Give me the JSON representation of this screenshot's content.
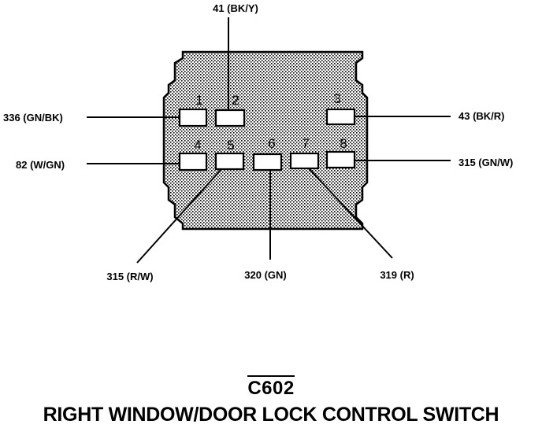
{
  "connector": {
    "id": "C602",
    "title": "RIGHT WINDOW/DOOR LOCK CONTROL SWITCH"
  },
  "pins": [
    {
      "number": "1",
      "wire": "336 (GN/BK)"
    },
    {
      "number": "2",
      "wire": "41 (BK/Y)"
    },
    {
      "number": "3",
      "wire": "43 (BK/R)"
    },
    {
      "number": "4",
      "wire": "82 (W/GN)"
    },
    {
      "number": "5",
      "wire": "315 (R/W)"
    },
    {
      "number": "6",
      "wire": "320 (GN)"
    },
    {
      "number": "7",
      "wire": "319 (R)"
    },
    {
      "number": "8",
      "wire": "315 (GN/W)"
    }
  ]
}
